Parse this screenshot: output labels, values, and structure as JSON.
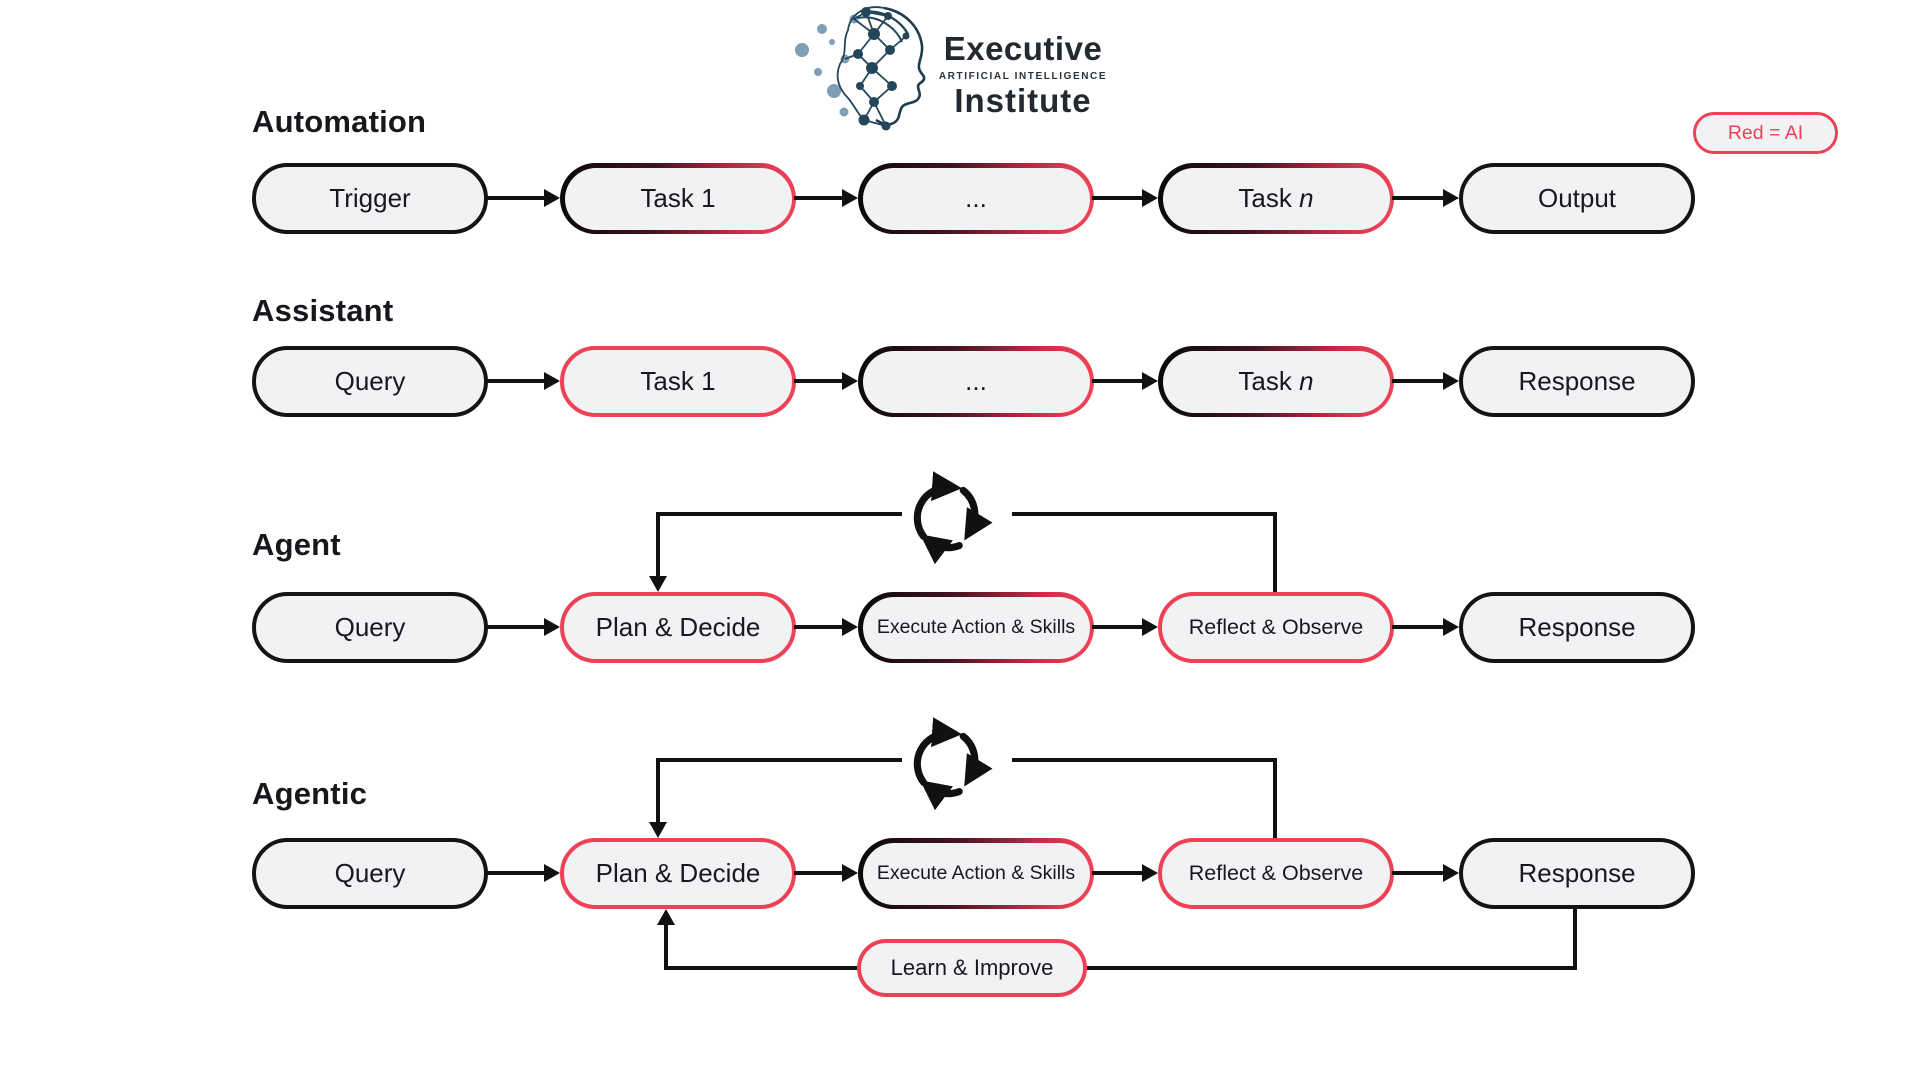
{
  "logo": {
    "line1": "Executive",
    "subtitle": "ARTIFICIAL INTELLIGENCE",
    "line2": "Institute"
  },
  "legend": {
    "label": "Red = AI"
  },
  "colors": {
    "ai_red": "#ef4156",
    "node_fill": "#f1f2f4",
    "line_black": "#111111",
    "logo_dark": "#24465a",
    "logo_light": "#7f9fb6"
  },
  "icons": {
    "cycle": "cycle-arrows-icon",
    "logo_mark": "brain-network-head-icon"
  },
  "rows": [
    {
      "label": "Automation",
      "nodes": [
        {
          "text": "Trigger",
          "border": "black"
        },
        {
          "text": "Task 1",
          "border": "gradient"
        },
        {
          "text": "...",
          "border": "gradient"
        },
        {
          "text": "Task ",
          "var": "n",
          "border": "gradient"
        },
        {
          "text": "Output",
          "border": "black"
        }
      ]
    },
    {
      "label": "Assistant",
      "nodes": [
        {
          "text": "Query",
          "border": "black"
        },
        {
          "text": "Task 1",
          "border": "red"
        },
        {
          "text": "...",
          "border": "gradient"
        },
        {
          "text": "Task ",
          "var": "n",
          "border": "gradient"
        },
        {
          "text": "Response",
          "border": "black"
        }
      ]
    },
    {
      "label": "Agent",
      "has_feedback_loop": true,
      "nodes": [
        {
          "text": "Query",
          "border": "black"
        },
        {
          "text": "Plan & Decide",
          "border": "red"
        },
        {
          "text": "Execute Action & Skills",
          "border": "gradient"
        },
        {
          "text": "Reflect & Observe",
          "border": "red"
        },
        {
          "text": "Response",
          "border": "black"
        }
      ]
    },
    {
      "label": "Agentic",
      "has_feedback_loop": true,
      "has_learn_loop": true,
      "nodes": [
        {
          "text": "Query",
          "border": "black"
        },
        {
          "text": "Plan & Decide",
          "border": "red"
        },
        {
          "text": "Execute Action & Skills",
          "border": "gradient"
        },
        {
          "text": "Reflect & Observe",
          "border": "red"
        },
        {
          "text": "Response",
          "border": "black"
        }
      ],
      "learn_node": {
        "text": "Learn & Improve",
        "border": "red"
      }
    }
  ]
}
